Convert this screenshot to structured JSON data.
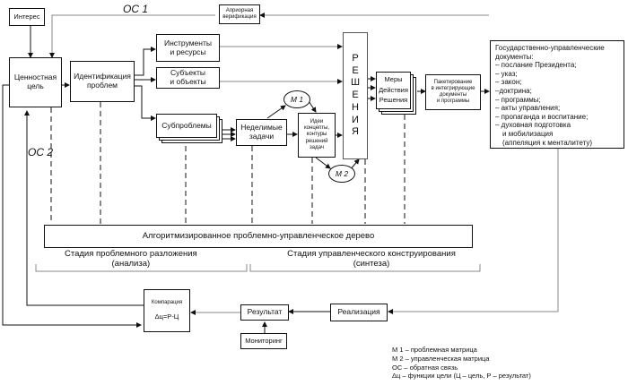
{
  "boxes": {
    "interest": "Интерес",
    "a_priori": [
      "Априорная",
      "верификация"
    ],
    "value_goal": [
      "Ценностная",
      "цель"
    ],
    "identification": [
      "Идентификация",
      "проблем"
    ],
    "instruments": [
      "Инструменты",
      "и ресурсы"
    ],
    "subjects": [
      "Субъекты",
      "и объекты"
    ],
    "subproblems": "Субпроблемы",
    "indivisible": [
      "Неделимые",
      "задачи"
    ],
    "ideas": [
      "Идеи",
      "концепты,",
      "контуры",
      "решений",
      "задач"
    ],
    "decisions_letters": [
      "Р",
      "Е",
      "Ш",
      "Е",
      "Н",
      "И",
      "Я"
    ],
    "measures": [
      "Меры",
      "Действия",
      "Решения"
    ],
    "packaging": [
      "Пакетирование",
      "в интегрирующие",
      "документы",
      "и программы"
    ],
    "tree": "Алгоритмизированное проблемно-управленческое дерево",
    "comparison_title": "Компарация",
    "comparison_formula": "Δц=Р-Ц",
    "result": "Результат",
    "implementation": "Реализация",
    "monitoring": "Мониторинг"
  },
  "circles": {
    "m1": "М 1",
    "m2": "М 2"
  },
  "feedback": {
    "oc1": "ОС 1",
    "oc2": "ОС 2"
  },
  "stages": {
    "analysis": [
      "Стадия проблемного разложения",
      "(анализа)"
    ],
    "synthesis": [
      "Стадия управленческого конструирования",
      "(синтеза)"
    ]
  },
  "documents": {
    "title": [
      "Государственно-управленческие",
      "документы:"
    ],
    "items": [
      "– послание Президента;",
      "– указ;",
      "– закон;",
      "–доктрина;",
      "– программы;",
      "– акты управления;",
      "– пропаганда и воспитание;",
      "– духовная подготовка",
      "   и мобилизация",
      "   (аппеляция к менталитету)"
    ]
  },
  "legend": [
    "М 1 – проблемная матрица",
    "М 2 – управленческая матрица",
    "ОС – обратная связь",
    "Δц – функции цели  (Ц – цель, Р – результат)"
  ],
  "colors": {
    "line": "#111111",
    "feedback_line": "#999999"
  }
}
